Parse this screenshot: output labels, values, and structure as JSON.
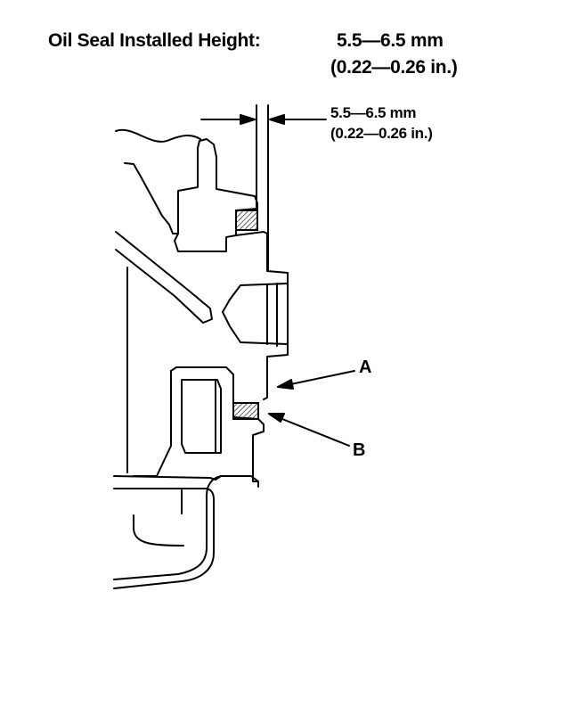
{
  "heading": {
    "label": "Oil Seal Installed Height:",
    "value_mm": "5.5—6.5 mm",
    "value_in": "(0.22—0.26 in.)"
  },
  "dimension": {
    "value_mm": "5.5—6.5 mm",
    "value_in": "(0.22—0.26 in.)"
  },
  "callouts": {
    "a": "A",
    "b": "B"
  },
  "colors": {
    "ink": "#000000",
    "paper": "#ffffff"
  }
}
